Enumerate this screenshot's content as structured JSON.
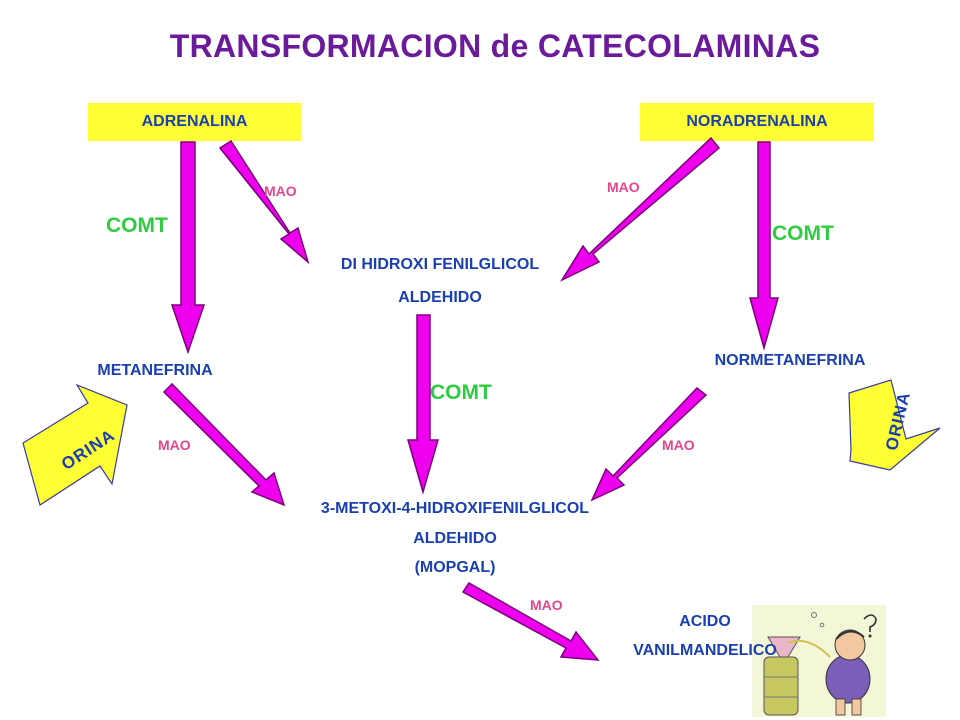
{
  "title": "TRANSFORMACION de CATECOLAMINAS",
  "boxes": {
    "adrenalina": "ADRENALINA",
    "noradrenalina": "NORADRENALINA"
  },
  "nodes": {
    "dihidroxi_line1": "DI HIDROXI FENILGLICOL",
    "dihidroxi_line2": "ALDEHIDO",
    "metanefrina": "METANEFRINA",
    "normetanefrina": "NORMETANEFRINA",
    "mopgal_line1": "3-METOXI-4-HIDROXIFENILGLICOL",
    "mopgal_line2": "ALDEHIDO",
    "mopgal_line3": "(MOPGAL)",
    "acido_line1": "ACIDO",
    "acido_line2": "VANILMANDELICO"
  },
  "enzymes": {
    "comt_left": "COMT",
    "comt_right": "COMT",
    "comt_center": "COMT",
    "mao_top_left": "MAO",
    "mao_top_right": "MAO",
    "mao_mid_left": "MAO",
    "mao_mid_right": "MAO",
    "mao_bottom": "MAO"
  },
  "orina_left": "ORINA",
  "orina_right": "ORINA",
  "colors": {
    "arrow_fill": "#ee00ee",
    "arrow_stroke": "#7a007a",
    "box_fill": "#ffff33",
    "node_text": "#1a3fb0",
    "comt_text": "#2ecc40",
    "mao_text": "#e6458a",
    "title_text": "#6a1b9a"
  }
}
